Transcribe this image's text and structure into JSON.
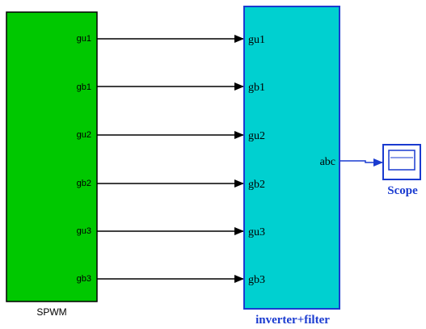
{
  "blocks": {
    "spwm": {
      "name": "SPWM",
      "color": "#00c800",
      "border": "#000000",
      "outputs": [
        "gu1",
        "gb1",
        "gu2",
        "gb2",
        "gu3",
        "gb3"
      ]
    },
    "inverter": {
      "name": "inverter+filter",
      "color": "#00d0d0",
      "border": "#1a3bd0",
      "inputs": [
        "gu1",
        "gb1",
        "gu2",
        "gb2",
        "gu3",
        "gb3"
      ],
      "output": "abc"
    },
    "scope": {
      "name": "Scope",
      "color": "#1a3bd0"
    }
  }
}
